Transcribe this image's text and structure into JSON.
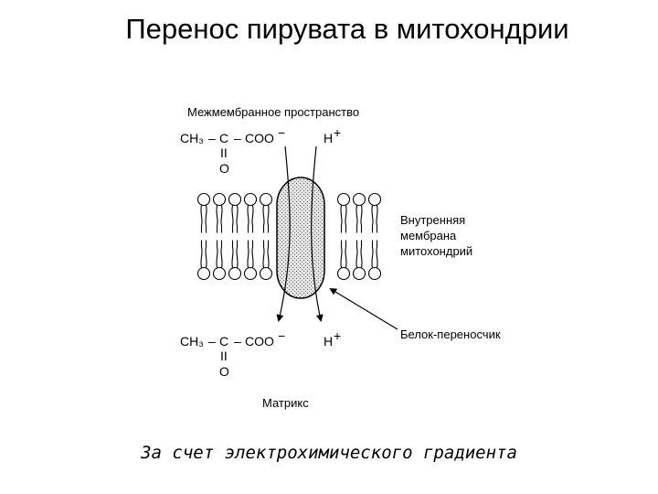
{
  "slide": {
    "title": "Перенос пирувата в митохондрии",
    "caption": "За счет электрохимического градиента"
  },
  "diagram": {
    "intermembrane_space": "Межмембранное пространство",
    "matrix": "Матрикс",
    "inner_membrane": [
      "Внутренняя",
      "мембрана",
      "митохондрий"
    ],
    "carrier_protein": "Белок-переносчик",
    "pyruvate": {
      "ch3": "CH₃",
      "dash1": "–",
      "c": "C",
      "dash2": "–",
      "coo": "COO",
      "charge": "−",
      "double_bond": "II",
      "o": "O"
    },
    "proton": {
      "h": "H",
      "charge": "+"
    }
  }
}
